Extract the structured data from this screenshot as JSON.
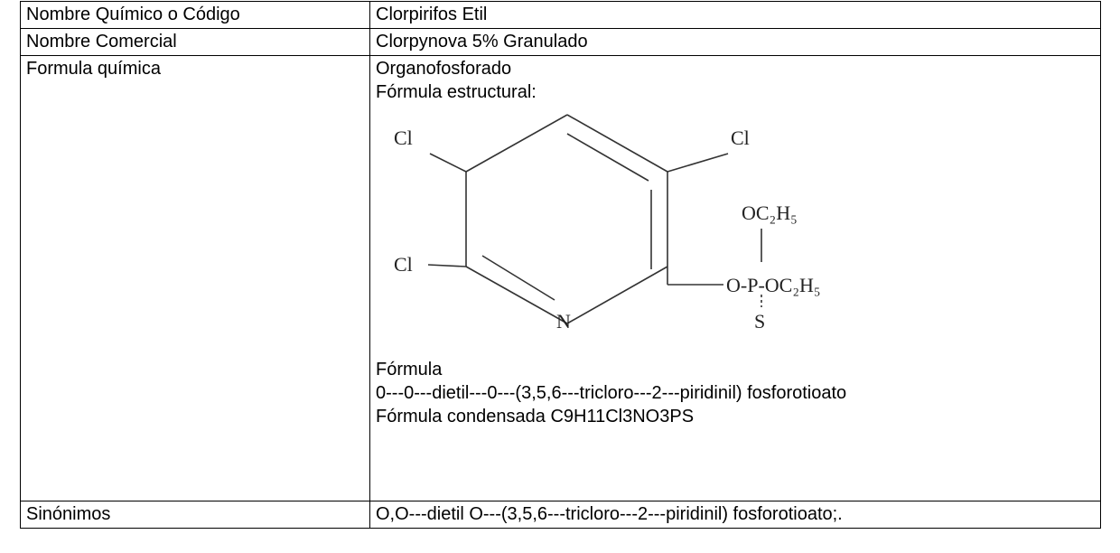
{
  "table": {
    "rows": [
      {
        "label": "Nombre Químico o Código",
        "value": "Clorpirifos Etil"
      },
      {
        "label": "Nombre Comercial",
        "value": "Clorpynova 5% Granulado"
      },
      {
        "label": "Formula química",
        "class_line": "Organofosforado",
        "structural_heading": "Fórmula estructural:",
        "structure": {
          "cl_top_left": "Cl",
          "cl_top_right": "Cl",
          "cl_left": "Cl",
          "n_label": "N",
          "oc2h5_top": "OC₂H₅",
          "pipe": "|",
          "o_p_oc2h5": "O-P-OC₂H₅",
          "dash_s": "¦",
          "s_label": "S"
        },
        "formula_heading": "Fórmula",
        "iupac": "0---0---dietil---0---(3,5,6---tricloro---2---piridinil) fosforotioato",
        "condensed": "Fórmula condensada C9H11Cl3NO3PS"
      },
      {
        "label": "Sinónimos",
        "value": "O,O---dietil O---(3,5,6---tricloro---2---piridinil) fosforotioato;."
      }
    ]
  }
}
